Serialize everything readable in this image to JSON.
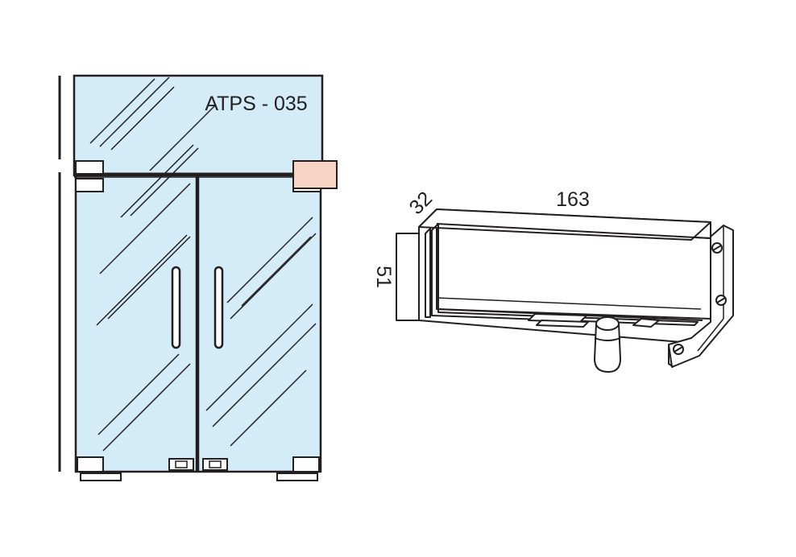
{
  "product_code": "ATPS - 035",
  "dimensions": {
    "length": "163",
    "depth": "32",
    "height": "51"
  },
  "colors": {
    "glass": "#d4ecf7",
    "line": "#231f20",
    "highlight_fitting": "#f7d3c3",
    "background": "#ffffff"
  }
}
